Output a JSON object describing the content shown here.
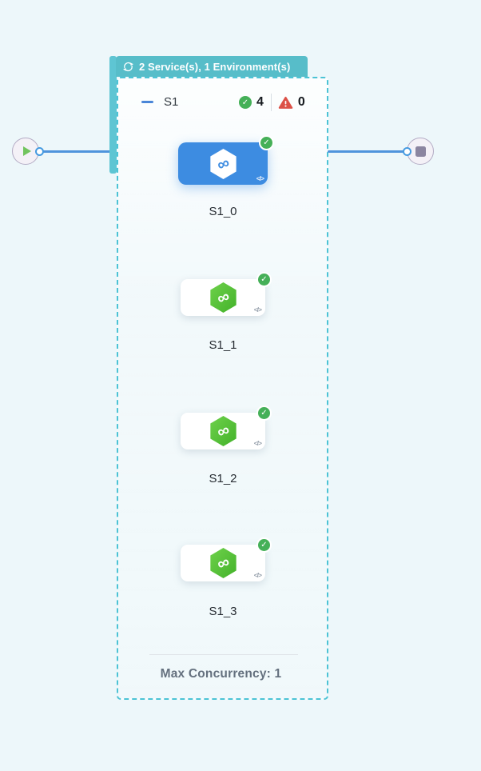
{
  "colors": {
    "page_bg": "#edf7fa",
    "badge_teal": "#57bdc9",
    "dash_border": "#4cc3d5",
    "selected_node_blue": "#3d8ce1",
    "edge_blue": "#4f94dc",
    "success_green": "#45b058",
    "error_red": "#dc5147",
    "hex_green_light": "#6ed14b",
    "hex_green_dark": "#43b22a"
  },
  "header_badge": {
    "label": "2 Service(s), 1 Environment(s)"
  },
  "group": {
    "name": "S1",
    "success_count": "4",
    "error_count": "0",
    "footer": "Max Concurrency: 1",
    "nodes": [
      {
        "label": "S1_0",
        "selected": true,
        "status": "success"
      },
      {
        "label": "S1_1",
        "selected": false,
        "status": "success"
      },
      {
        "label": "S1_2",
        "selected": false,
        "status": "success"
      },
      {
        "label": "S1_3",
        "selected": false,
        "status": "success"
      }
    ]
  },
  "icons": {
    "check": "✓",
    "infinity": "∞",
    "code": "</>"
  }
}
